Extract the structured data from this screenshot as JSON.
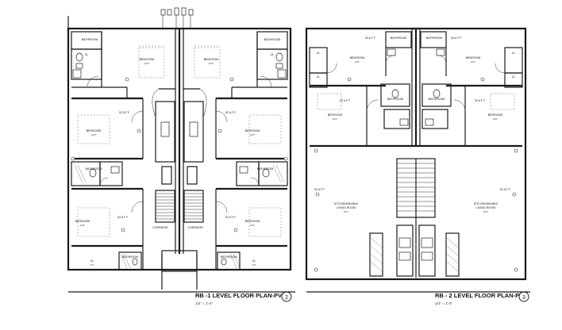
{
  "plan_left": {
    "title": "RB -1 LEVEL FLOOR PLAN-PVD",
    "scale": "1/4\" = 1'-0\"",
    "number": "2",
    "rooms": {
      "bath_tl": "BATHROOM",
      "bath_tr": "BATHROOM",
      "cl_tl": "CL",
      "cl_tr": "CL",
      "bed_tl": "BEDROOM",
      "bed_tl_dim": "14'0\"",
      "bed_tr": "BEDROOM",
      "bed_tr_dim": "14'0\"",
      "bed_ml": "BEDROOM",
      "bed_ml_dim": "13'0\"",
      "bed_mr": "BEDROOM",
      "bed_mr_dim": "13'0\"",
      "bath_ml": "BATHROOM",
      "bath_mr": "BATHROOM",
      "bed_bl": "BEDROOM",
      "bed_bl_dim": "11'0\"",
      "bed_br": "BEDROOM",
      "bed_br_dim": "11'0\"",
      "corridor_l": "CORRIDOR",
      "corridor_r": "CORRIDOR",
      "bath_bl": "BATHROOM",
      "bath_br": "BATHROOM",
      "cl_bl": "CL",
      "cl_br": "CL",
      "cl_bl_dim": "2'0\"",
      "cl_br_dim": "2'0\""
    },
    "notes": {
      "sw1": "S2 A F F",
      "sw2": "S2 A F F",
      "sw3": "S2 A F F",
      "sw4": "S2 A F F"
    }
  },
  "plan_right": {
    "title": "RB - 2 LEVEL FLOOR PLAN-PVD",
    "scale": "1/4\" = 1'-0\"",
    "number": "3",
    "rooms": {
      "bath_t1": "BATHROOM",
      "bath_t2": "BATHROOM",
      "bed_tl": "BEDROOM",
      "bed_tl_dim": "11'0\"",
      "bed_tr": "BEDROOM",
      "bed_tr_dim": "11'0\"",
      "cl_l": "CL",
      "cl_r": "CL",
      "cl_l2": "CL",
      "cl_r2": "CL",
      "bath_m1": "BATHROOM",
      "bath_m2": "BATHROOM",
      "bed_ml": "BEDROOM",
      "bed_ml_dim": "10'0\"",
      "bed_mr": "BEDROOM",
      "bed_mr_dim": "10'0\"",
      "kitchen_l": "KITCHEN/DINING/",
      "kitchen_l2": "LIVING ROOM",
      "kitchen_l_dim": "16'2\"",
      "kitchen_r": "KITCHEN/DINING/",
      "kitchen_r2": "LIVING ROOM",
      "kitchen_r_dim": "16'2\""
    },
    "notes": {
      "sw1": "S2 A F F",
      "sw2": "S2 A F F",
      "sw3": "S2 A F F",
      "sw4": "S2 A F F",
      "sw5": "S2 A F F",
      "sw6": "S2 A F F"
    }
  }
}
